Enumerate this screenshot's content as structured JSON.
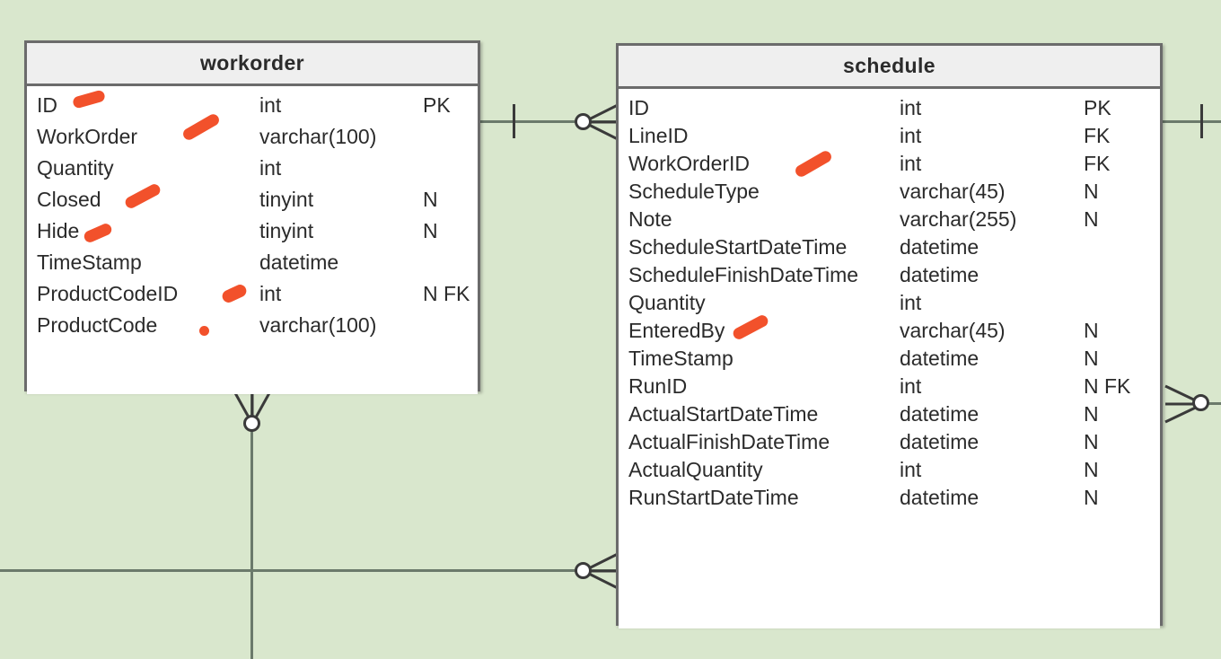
{
  "diagram": {
    "type": "entity-relationship-diagram",
    "background_color": "#d9e7cd",
    "annotation_color": "#f2512b",
    "entity_border_color": "#6b6b6b",
    "entity_header_color": "#efefef",
    "connector_color": "#6b7a6b"
  },
  "entities": [
    {
      "id": "workorder",
      "title": "workorder",
      "attributes": [
        {
          "name": "ID",
          "type": "int",
          "key": "PK"
        },
        {
          "name": "WorkOrder",
          "type": "varchar(100)",
          "key": ""
        },
        {
          "name": "Quantity",
          "type": "int",
          "key": ""
        },
        {
          "name": "Closed",
          "type": "tinyint",
          "key": "N"
        },
        {
          "name": "Hide",
          "type": "tinyint",
          "key": "N"
        },
        {
          "name": "TimeStamp",
          "type": "datetime",
          "key": ""
        },
        {
          "name": "ProductCodeID",
          "type": "int",
          "key": "N FK"
        },
        {
          "name": "ProductCode",
          "type": "varchar(100)",
          "key": ""
        }
      ]
    },
    {
      "id": "schedule",
      "title": "schedule",
      "attributes": [
        {
          "name": "ID",
          "type": "int",
          "key": "PK"
        },
        {
          "name": "LineID",
          "type": "int",
          "key": "FK"
        },
        {
          "name": "WorkOrderID",
          "type": "int",
          "key": "FK"
        },
        {
          "name": "ScheduleType",
          "type": "varchar(45)",
          "key": "N"
        },
        {
          "name": "Note",
          "type": "varchar(255)",
          "key": "N"
        },
        {
          "name": "ScheduleStartDateTime",
          "type": "datetime",
          "key": ""
        },
        {
          "name": "ScheduleFinishDateTime",
          "type": "datetime",
          "key": ""
        },
        {
          "name": "Quantity",
          "type": "int",
          "key": ""
        },
        {
          "name": "EnteredBy",
          "type": "varchar(45)",
          "key": "N"
        },
        {
          "name": "TimeStamp",
          "type": "datetime",
          "key": "N"
        },
        {
          "name": "RunID",
          "type": "int",
          "key": "N FK"
        },
        {
          "name": "ActualStartDateTime",
          "type": "datetime",
          "key": "N"
        },
        {
          "name": "ActualFinishDateTime",
          "type": "datetime",
          "key": "N"
        },
        {
          "name": "ActualQuantity",
          "type": "int",
          "key": "N"
        },
        {
          "name": "RunStartDateTime",
          "type": "datetime",
          "key": "N"
        }
      ]
    }
  ],
  "relationships": [
    {
      "id": "workorder-to-schedule-top",
      "from": "workorder",
      "to": "schedule",
      "from_cardinality": "one",
      "to_cardinality": "zero-or-many"
    },
    {
      "id": "left-edge-to-schedule-bottom",
      "from": "off-canvas-left",
      "to": "schedule",
      "from_cardinality": "unspecified",
      "to_cardinality": "zero-or-many"
    },
    {
      "id": "workorder-bottom-down",
      "from": "workorder",
      "to": "off-canvas-bottom",
      "from_cardinality": "many",
      "to_cardinality": "zero-or-one"
    },
    {
      "id": "schedule-right-top",
      "from": "schedule",
      "to": "off-canvas-right",
      "from_cardinality": "one",
      "to_cardinality": "unspecified"
    },
    {
      "id": "schedule-right-middle",
      "from": "schedule",
      "to": "off-canvas-right",
      "from_cardinality": "zero-or-many",
      "to_cardinality": "unspecified"
    }
  ],
  "annotations": [
    {
      "target": "workorder.ID",
      "shape": "stroke"
    },
    {
      "target": "workorder.WorkOrder",
      "shape": "stroke"
    },
    {
      "target": "workorder.Closed",
      "shape": "stroke"
    },
    {
      "target": "workorder.Hide",
      "shape": "stroke"
    },
    {
      "target": "workorder.ProductCodeID",
      "shape": "stroke"
    },
    {
      "target": "workorder.ProductCode",
      "shape": "dot"
    },
    {
      "target": "schedule.WorkOrderID",
      "shape": "stroke"
    },
    {
      "target": "schedule.Quantity",
      "shape": "stroke"
    }
  ]
}
